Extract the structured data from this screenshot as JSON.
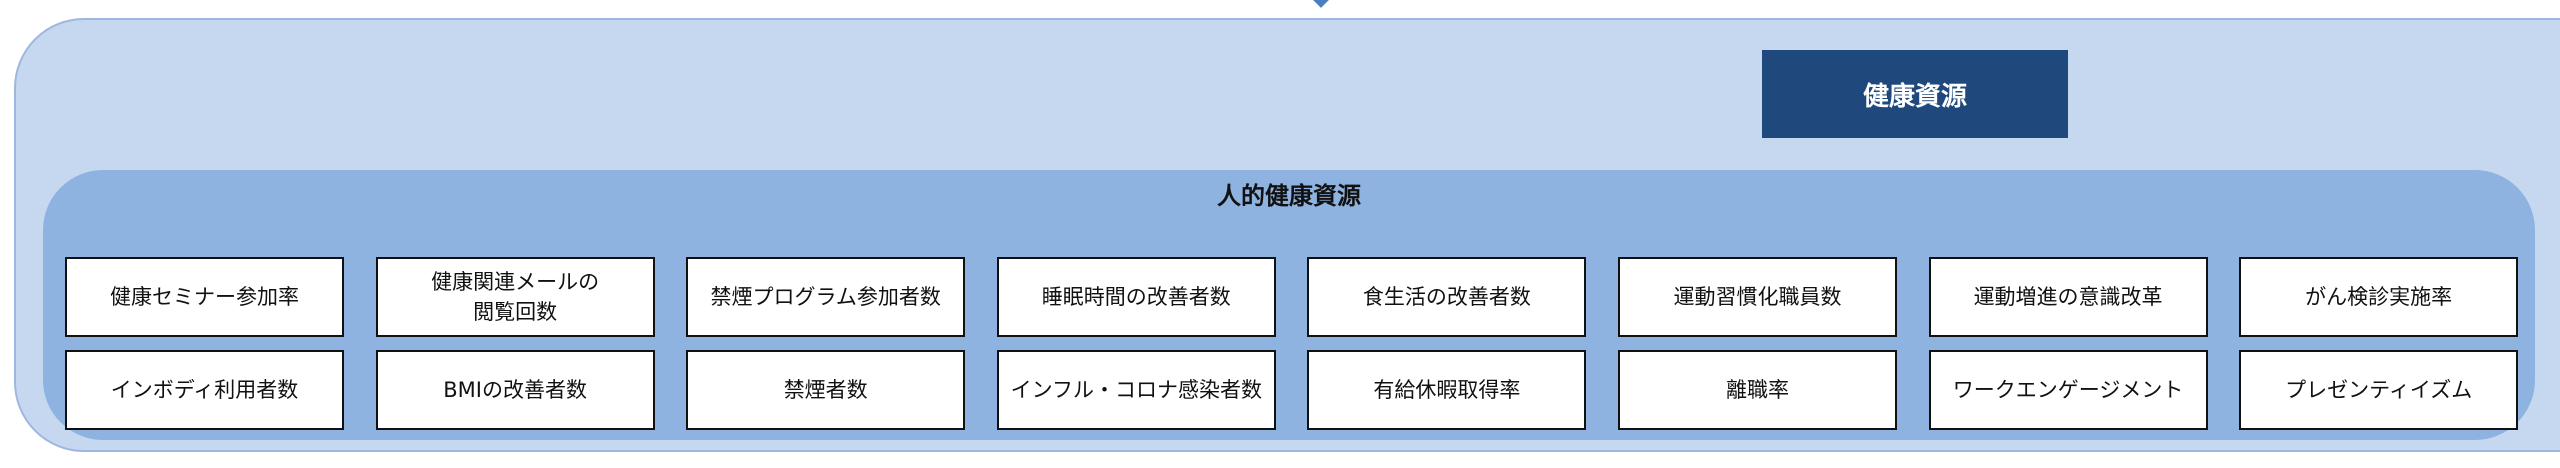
{
  "header": {
    "title": "健康資源"
  },
  "group": {
    "title": "人的健康資源",
    "items": [
      "健康セミナー参加率",
      "健康関連メールの\n閲覧回数",
      "禁煙プログラム参加者数",
      "睡眠時間の改善者数",
      "食生活の改善者数",
      "運動習慣化職員数",
      "運動増進の意識改革",
      "がん検診実施率",
      "インボディ利用者数",
      "BMIの改善者数",
      "禁煙者数",
      "インフル・コロナ感染者数",
      "有給休暇取得率",
      "離職率",
      "ワークエンゲージメント",
      "プレゼンティイズム"
    ]
  },
  "colors": {
    "outer": "#c6d8f0",
    "inner": "#8eb3e1",
    "header": "#1f497d"
  }
}
